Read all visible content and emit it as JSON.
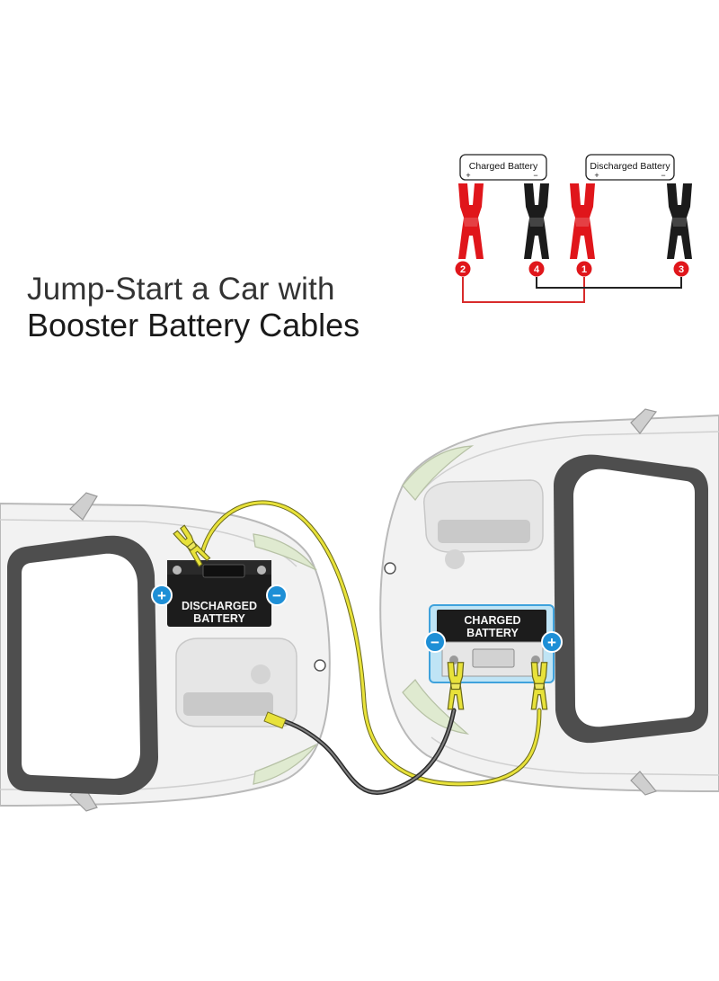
{
  "heading": {
    "line1": "Jump-Start a Car with",
    "line2": "Booster Battery Cables"
  },
  "legend": {
    "charged_label": "Charged Battery",
    "discharged_label": "Discharged Battery",
    "plus_sign": "+",
    "minus_sign": "−",
    "steps": [
      "2",
      "4",
      "1",
      "3"
    ]
  },
  "batteries": {
    "discharged": [
      "DISCHARGED",
      "BATTERY"
    ],
    "charged": [
      "CHARGED",
      "BATTERY"
    ],
    "plus": "+",
    "minus": "−"
  },
  "colors": {
    "red_clamp": "#e0161b",
    "black_clamp": "#1b1b1b",
    "red_line": "#d82b2b",
    "yellow_cable": "#e8e23a",
    "terminal_blue": "#1e8fd6",
    "car_body": "#f1f1f1",
    "windshield_frame": "#4a4a4a",
    "headlight_green": "#dfead0"
  }
}
